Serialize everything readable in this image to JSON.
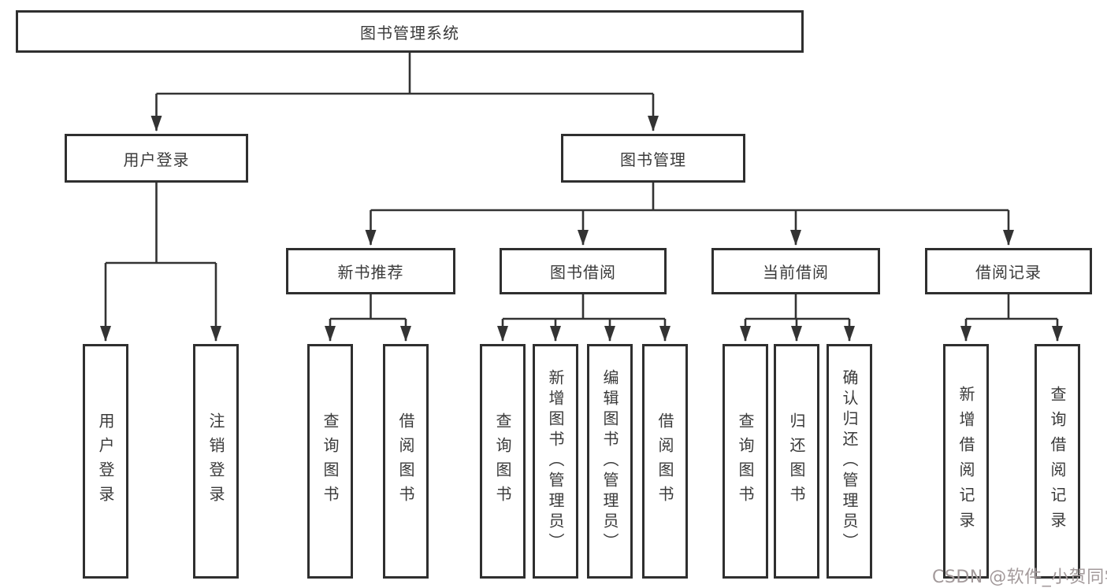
{
  "diagram": {
    "title": "图书管理系统",
    "root": {
      "label": "图书管理系统"
    },
    "level2": [
      {
        "label": "用户登录"
      },
      {
        "label": "图书管理"
      }
    ],
    "level3": [
      {
        "label": "新书推荐"
      },
      {
        "label": "图书借阅"
      },
      {
        "label": "当前借阅"
      },
      {
        "label": "借阅记录"
      }
    ],
    "leaves": {
      "user_login": [
        "用户登录",
        "注销登录"
      ],
      "new_book": [
        "查询图书",
        "借阅图书"
      ],
      "book_borrow": [
        "查询图书",
        "新增图书（管理员）",
        "编辑图书（管理员）",
        "借阅图书"
      ],
      "current_borrow": [
        "查询图书",
        "归还图书",
        "确认归还（管理员）"
      ],
      "borrow_record": [
        "新增借阅记录",
        "查询借阅记录"
      ]
    }
  },
  "colors": {
    "line": "#333333",
    "box_border": "#2f2f2f",
    "text": "#3a3a3a",
    "watermark": "#a39a9b",
    "background": "#ffffff"
  },
  "watermark": "CSDN @软件_小贺同学"
}
